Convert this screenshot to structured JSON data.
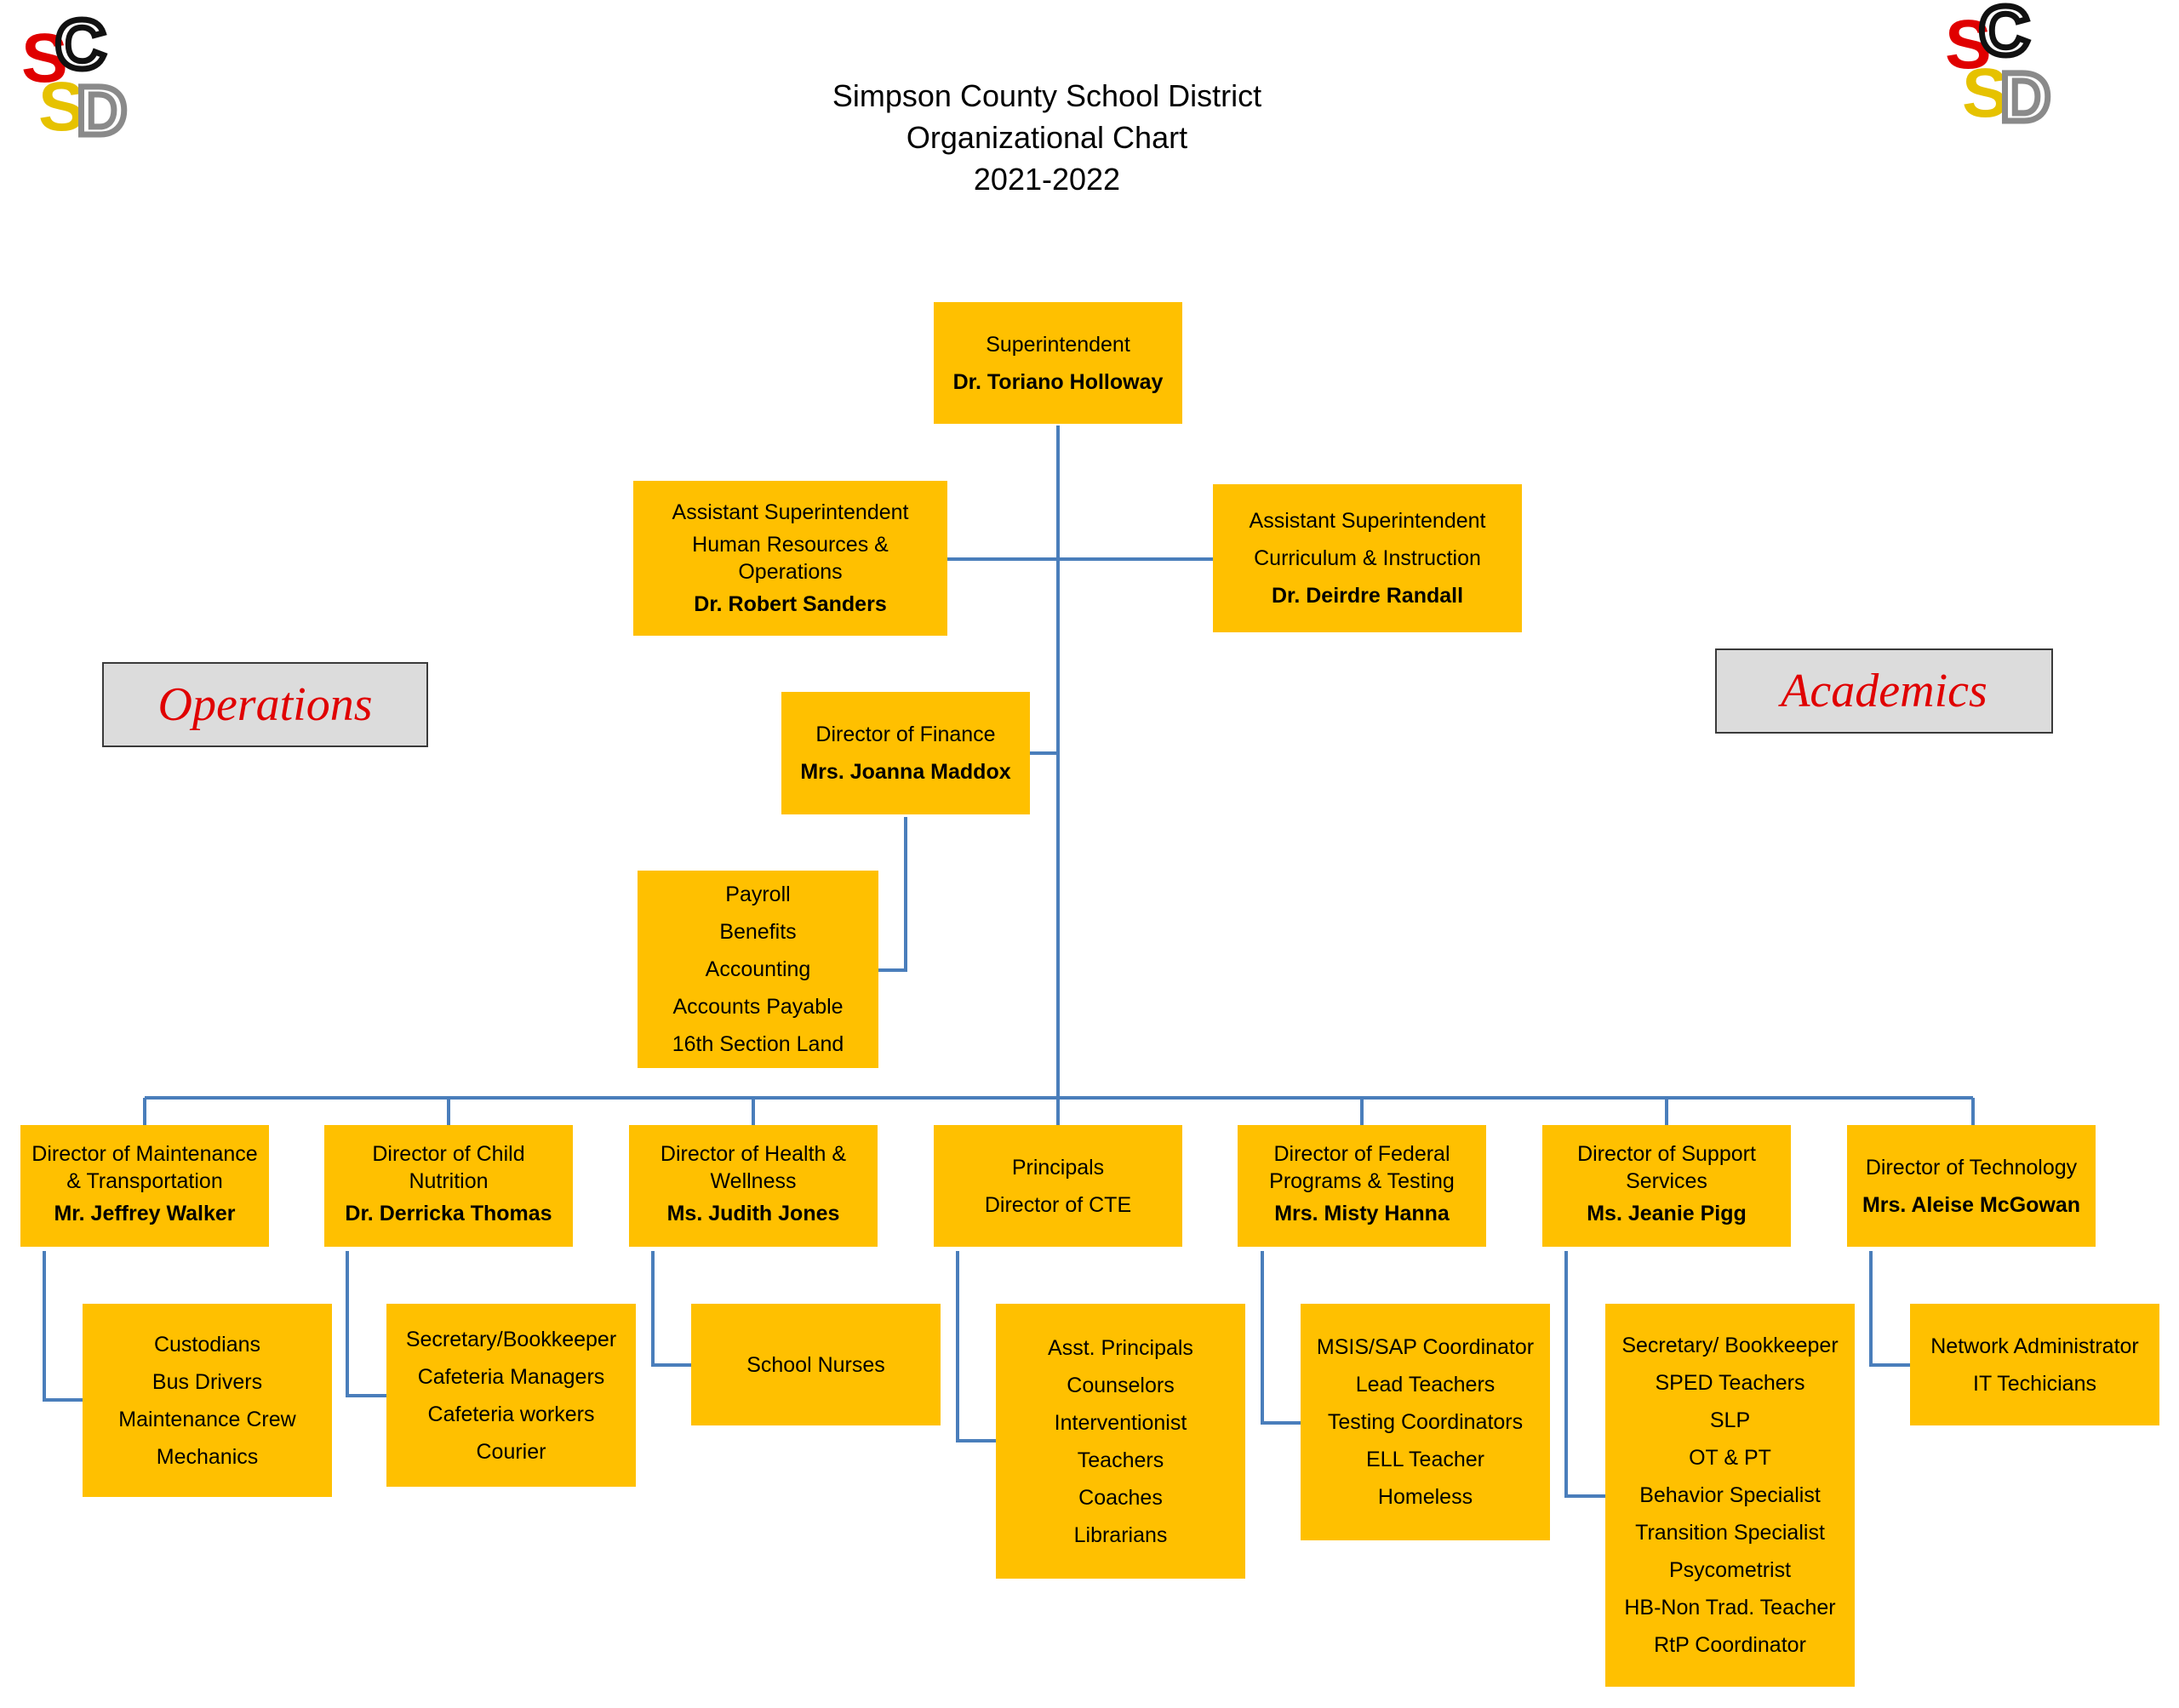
{
  "header": {
    "title_lines": [
      "Simpson County School District",
      "Organizational Chart",
      "2021-2022"
    ],
    "logo_text": "SCSD"
  },
  "labels": {
    "operations": "Operations",
    "academics": "Academics"
  },
  "superintendent": {
    "role": "Superintendent",
    "name": "Dr. Toriano Holloway"
  },
  "asst_hr": {
    "role_lines": [
      "Assistant Superintendent",
      "Human Resources &",
      "Operations"
    ],
    "name": "Dr. Robert Sanders"
  },
  "asst_ci": {
    "role_lines": [
      "Assistant Superintendent",
      "Curriculum & Instruction"
    ],
    "name": "Dr. Deirdre Randall"
  },
  "finance": {
    "role": "Director of Finance",
    "name": "Mrs. Joanna Maddox"
  },
  "finance_staff": [
    "Payroll",
    "Benefits",
    "Accounting",
    "Accounts Payable",
    "16th Section Land"
  ],
  "directors": [
    {
      "role_lines": [
        "Director of Maintenance",
        "& Transportation"
      ],
      "name": "Mr. Jeffrey Walker",
      "staff": [
        "Custodians",
        "Bus Drivers",
        "Maintenance Crew",
        "Mechanics"
      ]
    },
    {
      "role_lines": [
        "Director of Child",
        "Nutrition"
      ],
      "name": "Dr. Derricka Thomas",
      "staff": [
        "Secretary/Bookkeeper",
        "Cafeteria Managers",
        "Cafeteria workers",
        "Courier"
      ]
    },
    {
      "role_lines": [
        "Director of Health &",
        "Wellness"
      ],
      "name": "Ms. Judith Jones",
      "staff": [
        "School Nurses"
      ]
    },
    {
      "role_lines": [
        "Principals",
        "Director of CTE"
      ],
      "name": "",
      "staff": [
        "Asst. Principals",
        "Counselors",
        "Interventionist",
        "Teachers",
        "Coaches",
        "Librarians"
      ]
    },
    {
      "role_lines": [
        "Director of Federal",
        "Programs & Testing"
      ],
      "name": "Mrs. Misty Hanna",
      "staff": [
        "MSIS/SAP Coordinator",
        "Lead Teachers",
        "Testing Coordinators",
        "ELL Teacher",
        "Homeless"
      ]
    },
    {
      "role_lines": [
        "Director of Support",
        "Services"
      ],
      "name": "Ms. Jeanie Pigg",
      "staff": [
        "Secretary/ Bookkeeper",
        "SPED Teachers",
        "SLP",
        "OT & PT",
        "Behavior Specialist",
        "Transition Specialist",
        "Psycometrist",
        "HB-Non Trad. Teacher",
        "RtP Coordinator"
      ]
    },
    {
      "role_lines": [
        "Director of Technology"
      ],
      "name": "Mrs. Aleise McGowan",
      "staff": [
        "Network Administrator",
        "IT Techicians"
      ]
    }
  ],
  "colors": {
    "box": "#FFC000",
    "line": "#4A7EBB",
    "label_text": "#E00000",
    "label_bg": "#DCDCDC"
  }
}
